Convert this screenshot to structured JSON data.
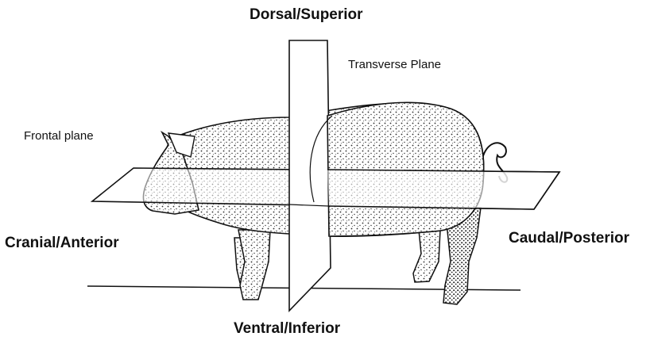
{
  "diagram": {
    "labels": {
      "dorsal": "Dorsal/Superior",
      "transverse_plane": "Transverse Plane",
      "frontal_plane": "Frontal plane",
      "cranial": "Cranial/Anterior",
      "caudal": "Caudal/Posterior",
      "ventral": "Ventral/Inferior"
    },
    "colors": {
      "ink": "#111111",
      "stipple": "#2a2a2a",
      "background": "#ffffff"
    }
  }
}
